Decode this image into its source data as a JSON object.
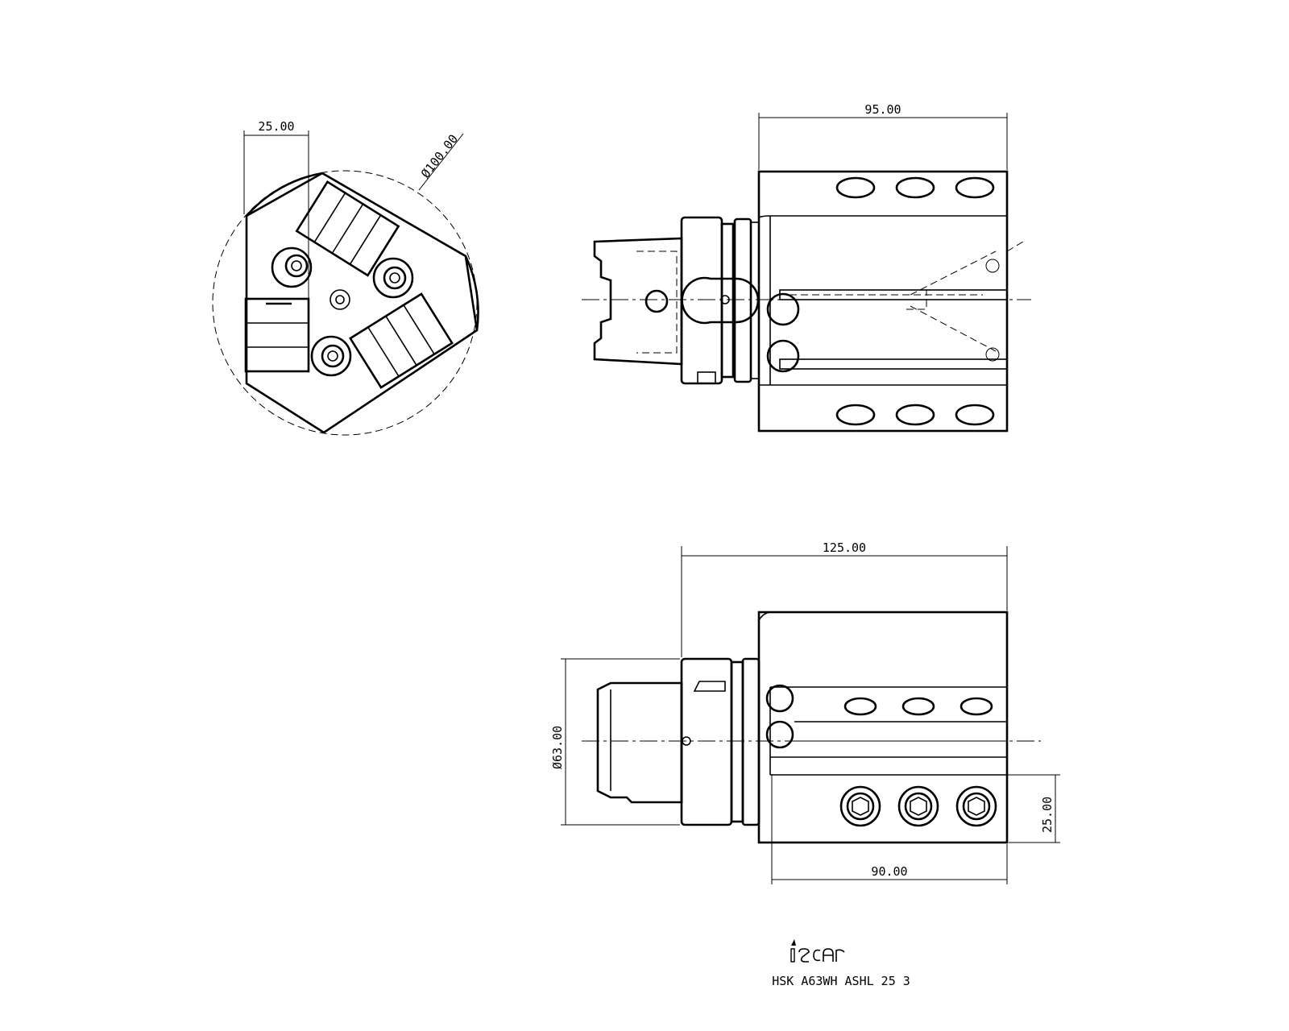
{
  "drawing": {
    "brand_logo": "iscar",
    "part_number": "HSK A63WH ASHL 25 3"
  },
  "dimensions": {
    "end_view_offset": "25.00",
    "end_view_diameter": "Ø100.00",
    "top_view_length": "95.00",
    "side_view_total_length": "125.00",
    "side_view_shank_diameter": "Ø63.00",
    "side_view_height": "25.00",
    "side_view_body_length": "90.00"
  }
}
